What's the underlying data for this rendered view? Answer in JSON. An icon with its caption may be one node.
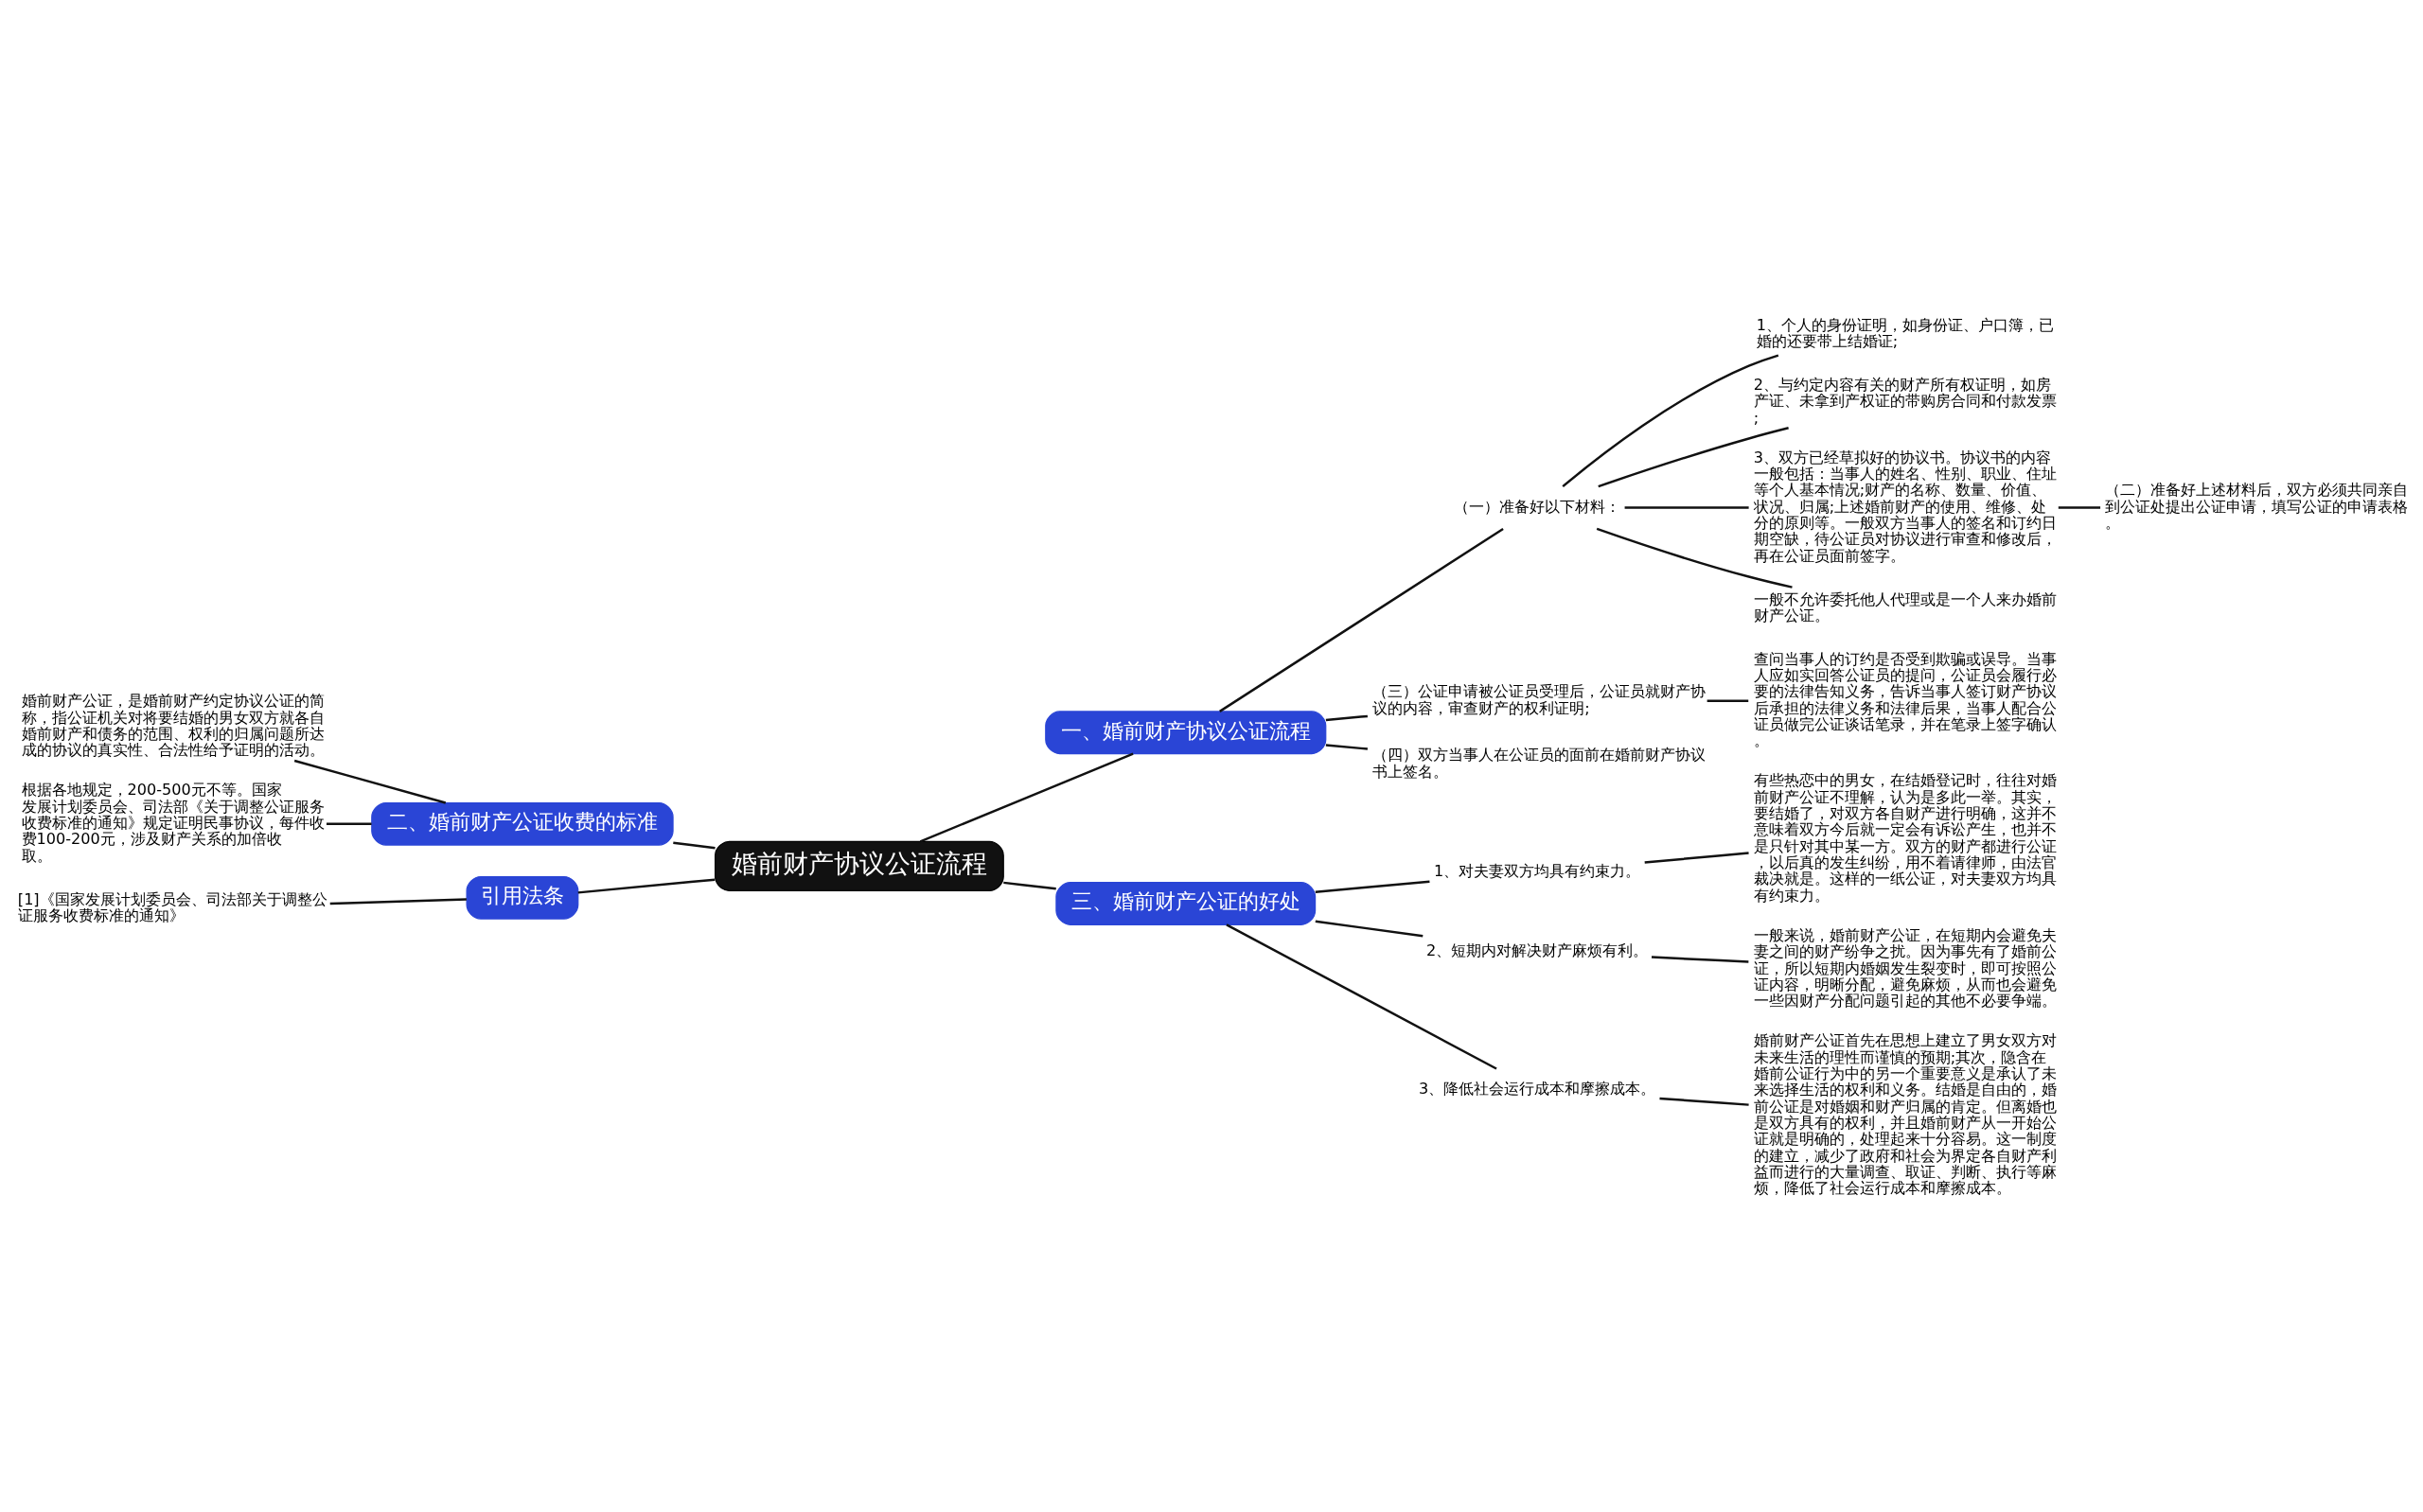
{
  "diagram": {
    "nodes": [
      {
        "text": [
          "婚前财产协议公证流程"
        ]
      },
      {
        "text": [
          "一、婚前财产协议公证流程"
        ]
      },
      {
        "text": [
          "（一）准备好以下材料："
        ]
      },
      {
        "text": [
          "1、个人的身份证明，如身份证、户口簿，已婚的还要带上结婚证;"
        ]
      },
      {
        "text": [
          "2、与约定内容有关的财产所有权证明，如房产证、未拿到产权证的带购房合同和付款发票;"
        ]
      },
      {
        "text": [
          "3、双方已经草拟好的协议书。协议书的内容一般包括：当事人的姓名、性别、职业、住址等个人基本情况;财产的名称、数量、价值、状况、归属;上述婚前财产的使用、维修、处分的原则等。一般双方当事人的签名和订约日期空缺，待公证员对协议进行审查和修改后，再在公证员面前签字。"
        ]
      },
      {
        "text": [
          "（二）准备好上述材料后，双方必须共同亲自到公证处提出公证申请，填写公证的申请表格。"
        ]
      },
      {
        "text": [
          "一般不允许委托他人代理或是一个人来办婚前财产公证。"
        ]
      },
      {
        "text": [
          "（三）公证申请被公证员受理后，公证员就财产协议的内容，审查财产的权利证明;"
        ]
      },
      {
        "text": [
          "查问当事人的订约是否受到欺骗或误导。当事人应如实回答公证员的提问，公证员会履行必要的法律告知义务，告诉当事人签订财产协议后承担的法律义务和法律后果，当事人配合公证员做完公证谈话笔录，并在笔录上签字确认。"
        ]
      },
      {
        "text": [
          "（四）双方当事人在公证员的面前在婚前财产协议书上签名。"
        ]
      },
      {
        "text": [
          "二、婚前财产公证收费的标准"
        ]
      },
      {
        "text": [
          "婚前财产公证，是婚前财产约定协议公证的简称，指公证机关对将要结婚的男女双方就各自婚前财产和债务的范围、权利的归属问题所达成的协议的真实性、合法性给予证明的活动。"
        ]
      },
      {
        "text": [
          "根据各地规定，200-500元不等。国家发展计划委员会、司法部《关于调整公证服务收费标准的通知》规定证明民事协议，每件收费100-200元，涉及财产关系的加倍收取。"
        ]
      },
      {
        "text": [
          "引用法条"
        ]
      },
      {
        "text": [
          "[1]《国家发展计划委员会、司法部关于调整公证服务收费标准的通知》"
        ]
      },
      {
        "text": [
          "三、婚前财产公证的好处"
        ]
      },
      {
        "text": [
          "1、对夫妻双方均具有约束力。"
        ]
      },
      {
        "text": [
          "有些热恋中的男女，在结婚登记时，往往对婚前财产公证不理解，认为是多此一举。其实，要结婚了，对双方各自财产进行明确，这并不意味着双方今后就一定会有诉讼产生，也并不是只针对其中某一方。双方的财产都进行公证，以后真的发生纠纷，用不着请律师，由法官裁决就是。这样的一纸公证，对夫妻双方均具有约束力。"
        ]
      },
      {
        "text": [
          "2、短期内对解决财产麻烦有利。"
        ]
      },
      {
        "text": [
          "一般来说，婚前财产公证，在短期内会避免夫妻之间的财产纷争之扰。因为事先有了婚前公证，所以短期内婚姻发生裂变时，即可按照公证内容，明晰分配，避免麻烦，从而也会避免一些因财产分配问题引起的其他不必要争端。"
        ]
      },
      {
        "text": [
          "3、降低社会运行成本和摩擦成本。"
        ]
      },
      {
        "text": [
          "婚前财产公证首先在思想上建立了男女双方对未来生活的理性而谨慎的预期;其次，隐含在婚前公证行为中的另一个重要意义是承认了未来选择生活的权利和义务。结婚是自由的，婚前公证是对婚姻和财产归属的肯定。但离婚也是双方具有的权利，并且婚前财产从一开始公证就是明确的，处理起来十分容易。这一制度的建立，减少了政府和社会为界定各自财产利益而进行的大量调查、取证、判断、执行等麻烦，降低了社会运行成本和摩擦成本。"
        ]
      }
    ],
    "edges": [
      {
        "from": 0,
        "to": 1,
        "arrow": "none"
      },
      {
        "from": 1,
        "to": 2,
        "arrow": "none"
      },
      {
        "from": 2,
        "to": 3,
        "arrow": "none"
      },
      {
        "from": 2,
        "to": 4,
        "arrow": "none"
      },
      {
        "from": 2,
        "to": 5,
        "arrow": "none"
      },
      {
        "from": 5,
        "to": 6,
        "arrow": "none"
      },
      {
        "from": 2,
        "to": 7,
        "arrow": "none"
      },
      {
        "from": 1,
        "to": 8,
        "arrow": "none"
      },
      {
        "from": 8,
        "to": 9,
        "arrow": "none"
      },
      {
        "from": 1,
        "to": 10,
        "arrow": "none"
      },
      {
        "from": 0,
        "to": 11,
        "arrow": "none"
      },
      {
        "from": 11,
        "to": 12,
        "arrow": "none"
      },
      {
        "from": 11,
        "to": 13,
        "arrow": "none"
      },
      {
        "from": 0,
        "to": 14,
        "arrow": "none"
      },
      {
        "from": 14,
        "to": 15,
        "arrow": "none"
      },
      {
        "from": 0,
        "to": 16,
        "arrow": "none"
      },
      {
        "from": 16,
        "to": 17,
        "arrow": "none"
      },
      {
        "from": 17,
        "to": 18,
        "arrow": "none"
      },
      {
        "from": 16,
        "to": 19,
        "arrow": "none"
      },
      {
        "from": 19,
        "to": 20,
        "arrow": "none"
      },
      {
        "from": 16,
        "to": 21,
        "arrow": "none"
      },
      {
        "from": 21,
        "to": 22,
        "arrow": "none"
      }
    ]
  }
}
